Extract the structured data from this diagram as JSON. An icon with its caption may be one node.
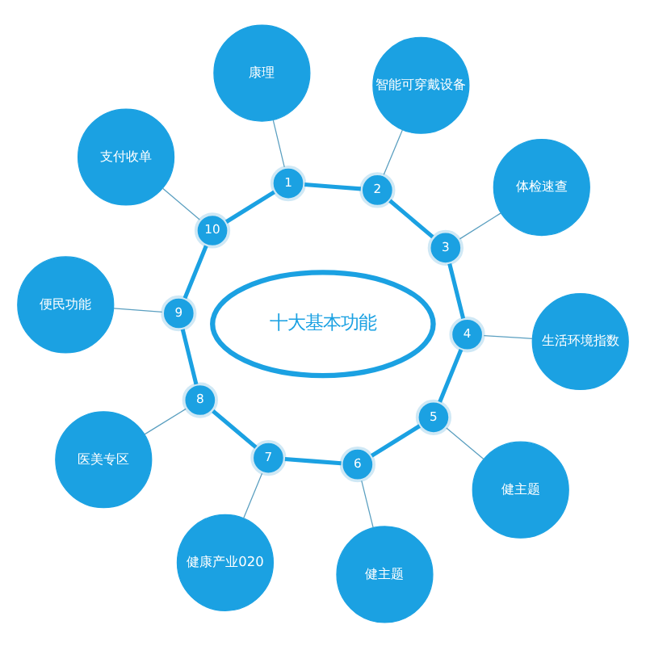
{
  "diagram": {
    "nodes": [
      {
        "text": [
          "十大基本功能"
        ]
      },
      {
        "text": [
          "1"
        ]
      },
      {
        "text": [
          "2"
        ]
      },
      {
        "text": [
          "3"
        ]
      },
      {
        "text": [
          "4"
        ]
      },
      {
        "text": [
          "5"
        ]
      },
      {
        "text": [
          "6"
        ]
      },
      {
        "text": [
          "7"
        ]
      },
      {
        "text": [
          "8"
        ]
      },
      {
        "text": [
          "9"
        ]
      },
      {
        "text": [
          "10"
        ]
      },
      {
        "text": [
          "康理"
        ]
      },
      {
        "text": [
          "智能可穿戴设备"
        ]
      },
      {
        "text": [
          "体检速查"
        ]
      },
      {
        "text": [
          "生活环境指数"
        ]
      },
      {
        "text": [
          "健主题"
        ]
      },
      {
        "text": [
          "健主题"
        ]
      },
      {
        "text": [
          "健康产业020"
        ]
      },
      {
        "text": [
          "医美专区"
        ]
      },
      {
        "text": [
          "便民功能"
        ]
      },
      {
        "text": [
          "支付收单"
        ]
      }
    ],
    "edges": [
      {
        "from": 1,
        "to": 2,
        "arrow": "none",
        "style": "thick"
      },
      {
        "from": 2,
        "to": 3,
        "arrow": "none",
        "style": "thick"
      },
      {
        "from": 3,
        "to": 4,
        "arrow": "none",
        "style": "thick"
      },
      {
        "from": 4,
        "to": 5,
        "arrow": "none",
        "style": "thick"
      },
      {
        "from": 5,
        "to": 6,
        "arrow": "none",
        "style": "thick"
      },
      {
        "from": 6,
        "to": 7,
        "arrow": "none",
        "style": "thick"
      },
      {
        "from": 7,
        "to": 8,
        "arrow": "none",
        "style": "thick"
      },
      {
        "from": 8,
        "to": 9,
        "arrow": "none",
        "style": "thick"
      },
      {
        "from": 9,
        "to": 10,
        "arrow": "none",
        "style": "thick"
      },
      {
        "from": 10,
        "to": 1,
        "arrow": "none",
        "style": "thick"
      },
      {
        "from": 1,
        "to": 11,
        "arrow": "none"
      },
      {
        "from": 2,
        "to": 12,
        "arrow": "none"
      },
      {
        "from": 3,
        "to": 13,
        "arrow": "none"
      },
      {
        "from": 4,
        "to": 14,
        "arrow": "none"
      },
      {
        "from": 5,
        "to": 15,
        "arrow": "none"
      },
      {
        "from": 6,
        "to": 16,
        "arrow": "none"
      },
      {
        "from": 7,
        "to": 17,
        "arrow": "none"
      },
      {
        "from": 8,
        "to": 18,
        "arrow": "none"
      },
      {
        "from": 9,
        "to": 19,
        "arrow": "none"
      },
      {
        "from": 10,
        "to": 20,
        "arrow": "none"
      }
    ]
  }
}
